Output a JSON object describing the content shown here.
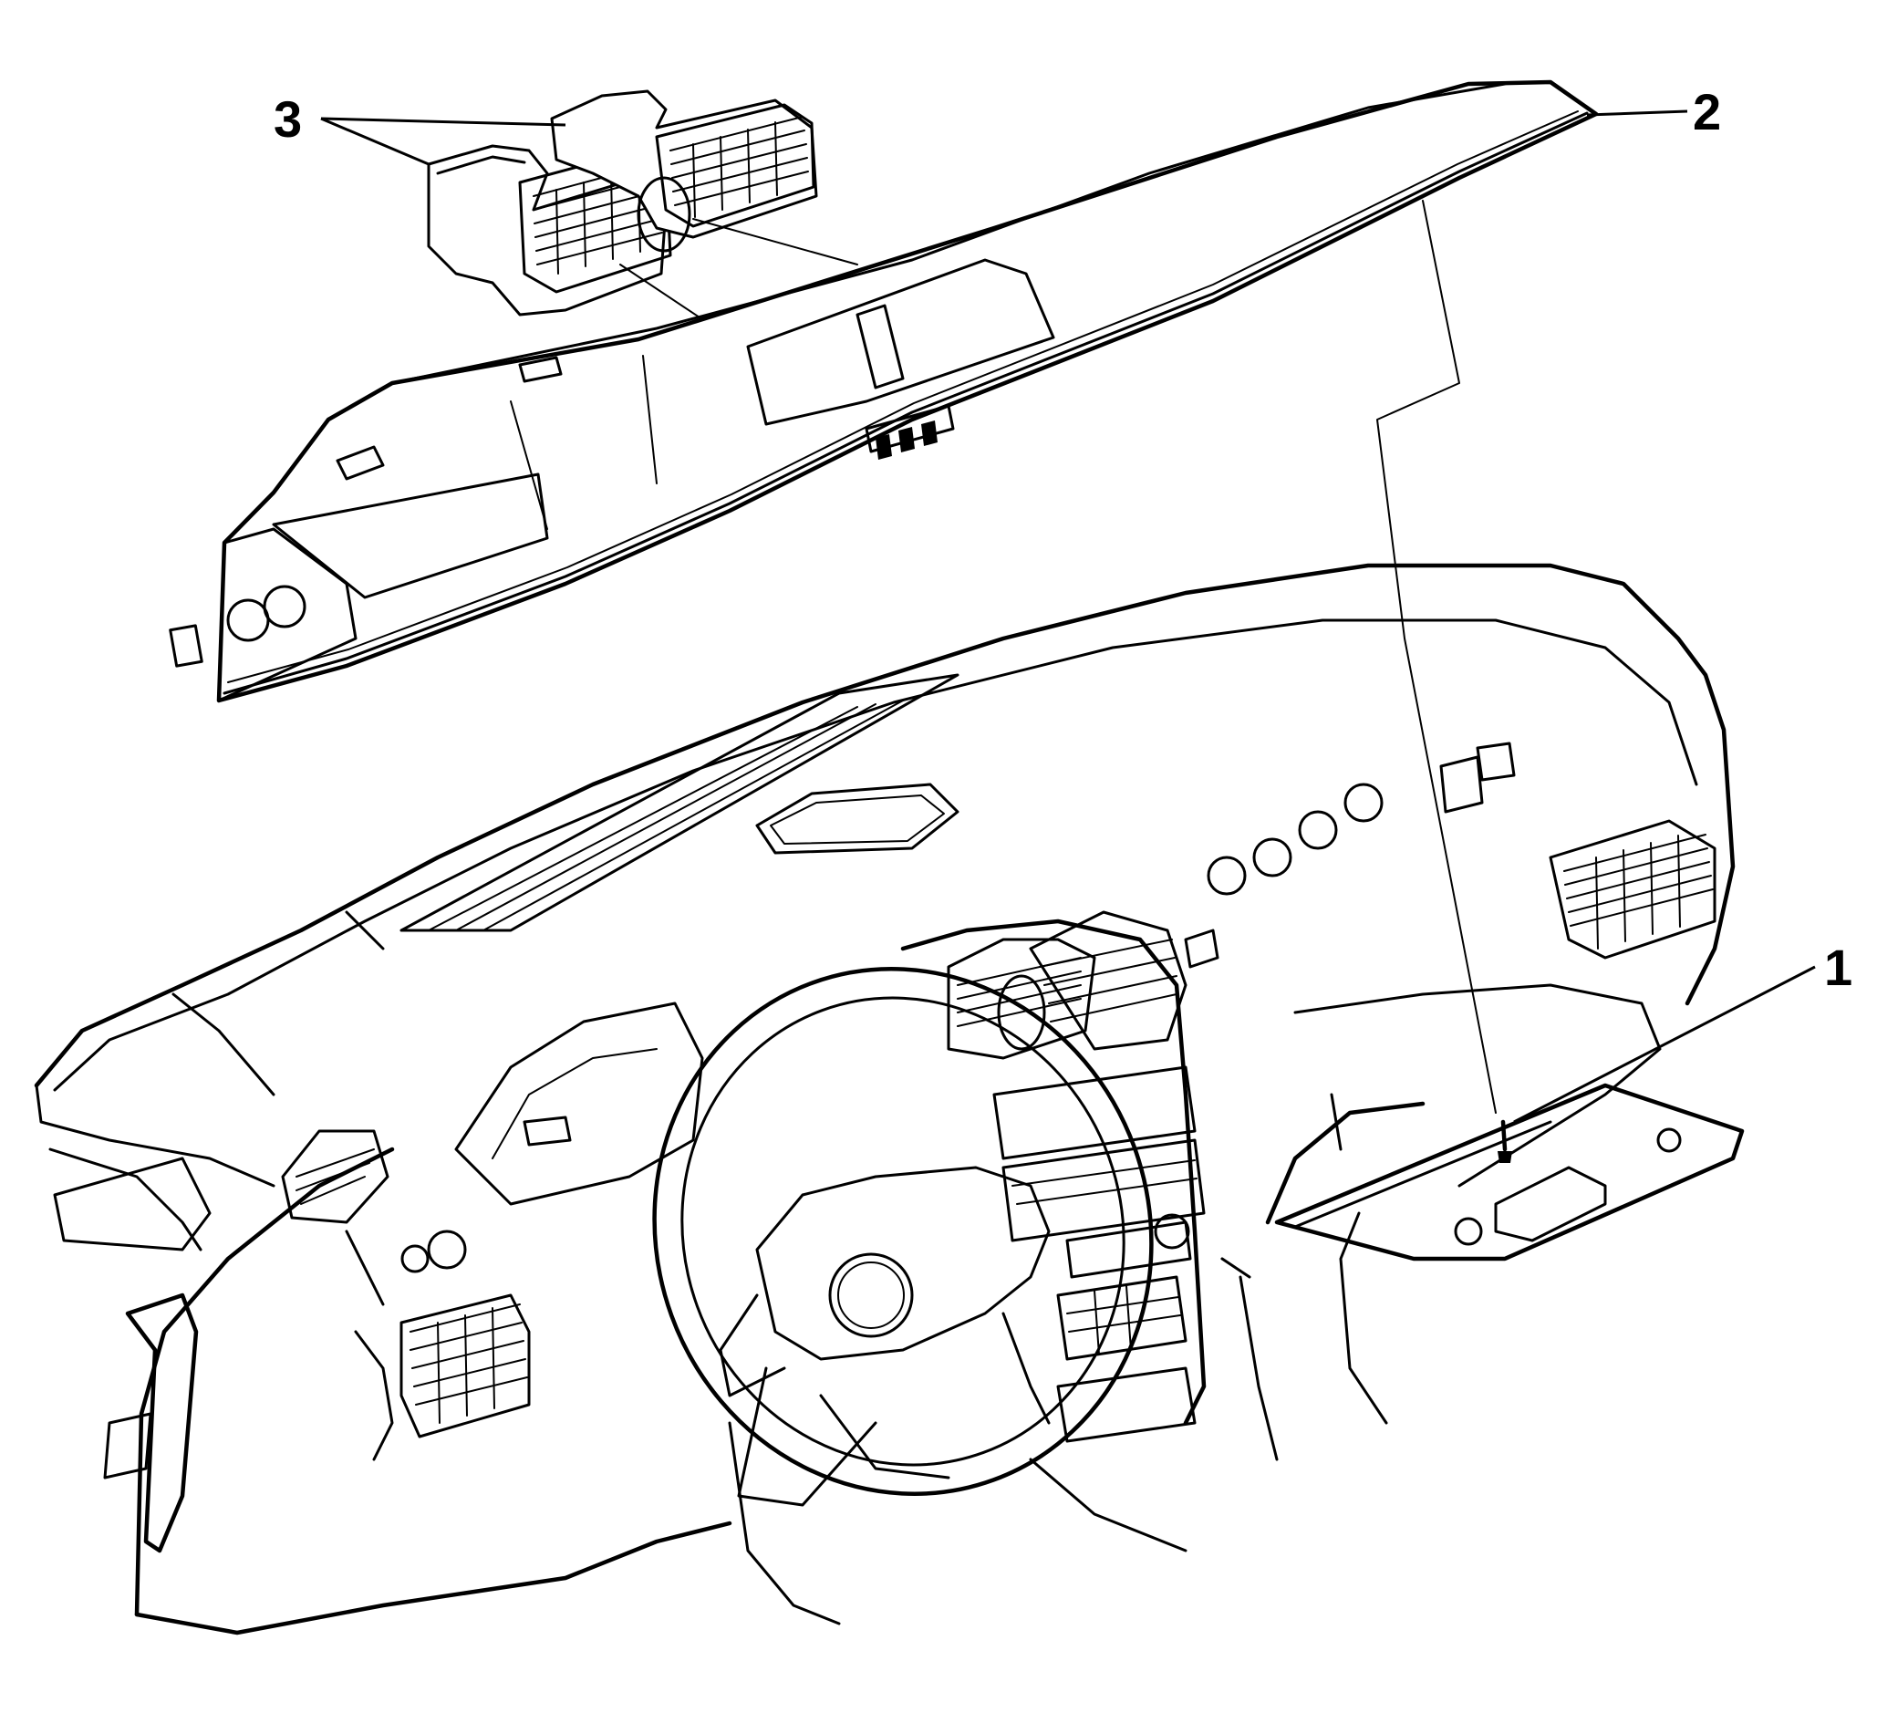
{
  "callouts": [
    {
      "id": "1",
      "label": "1",
      "part": "fastener"
    },
    {
      "id": "2",
      "label": "2",
      "part": "instrument-panel-upper-trim-pad"
    },
    {
      "id": "3",
      "label": "3",
      "part": "center-air-outlets"
    }
  ]
}
